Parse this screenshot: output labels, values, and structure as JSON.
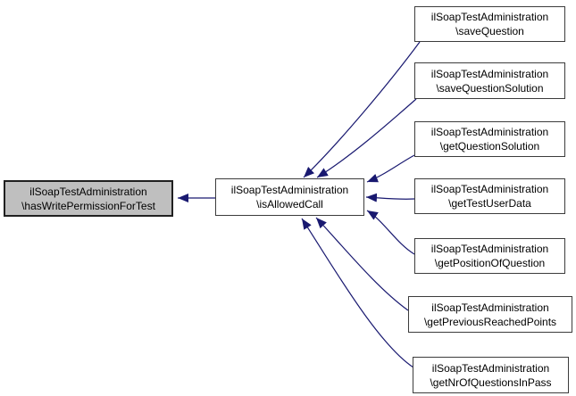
{
  "colors": {
    "arrow": "#191970",
    "node_border": "#3c3c3c",
    "node_fill": "#ffffff",
    "current_node_fill": "#bfbfbf",
    "background": "#ffffff",
    "text": "#000000"
  },
  "graph": {
    "current": {
      "line1": "ilSoapTestAdministration",
      "line2": "\\hasWritePermissionForTest"
    },
    "hub": {
      "line1": "ilSoapTestAdministration",
      "line2": "\\isAllowedCall"
    },
    "callers": [
      {
        "line1": "ilSoapTestAdministration",
        "line2": "\\saveQuestion"
      },
      {
        "line1": "ilSoapTestAdministration",
        "line2": "\\saveQuestionSolution"
      },
      {
        "line1": "ilSoapTestAdministration",
        "line2": "\\getQuestionSolution"
      },
      {
        "line1": "ilSoapTestAdministration",
        "line2": "\\getTestUserData"
      },
      {
        "line1": "ilSoapTestAdministration",
        "line2": "\\getPositionOfQuestion"
      },
      {
        "line1": "ilSoapTestAdministration",
        "line2": "\\getPreviousReachedPoints"
      },
      {
        "line1": "ilSoapTestAdministration",
        "line2": "\\getNrOfQuestionsInPass"
      }
    ]
  }
}
